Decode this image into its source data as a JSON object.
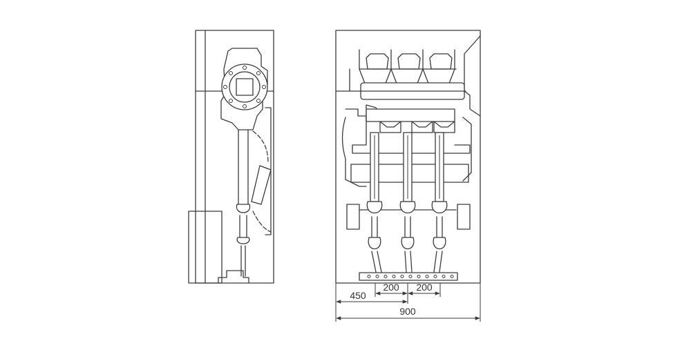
{
  "dimensions": {
    "half_width": "450",
    "phase_spacing_left": "200",
    "phase_spacing_right": "200",
    "total_width": "900"
  },
  "colors": {
    "line": "#3a3a3a",
    "background": "#ffffff"
  }
}
